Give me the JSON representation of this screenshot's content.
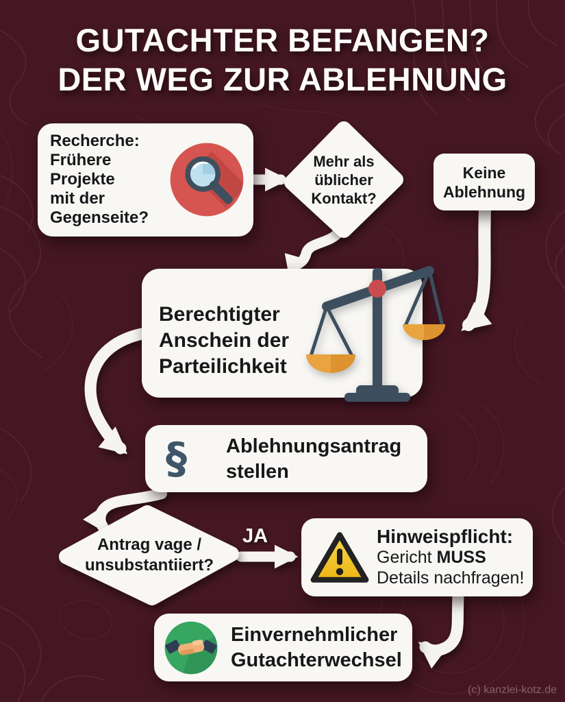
{
  "title": {
    "line1": "GUTACHTER BEFANGEN?",
    "line2": "DER WEG ZUR ABLEHNUNG"
  },
  "watermark": "(c) kanzlei-kotz.de",
  "labels": {
    "yes": "JA"
  },
  "colors": {
    "background": "#451723",
    "contour_line": "#7e4757",
    "card": "#f8f7f4",
    "text": "#17181a",
    "arrow_white": "#f6f4f1",
    "arrow_red": "#d0494b",
    "magnifier_red": "#d65550",
    "scales_slate": "#3d4f5e",
    "pan_orange": "#e9a43f",
    "pivot_red": "#c94c50",
    "section_slate": "#3e5668",
    "warning_yellow": "#edb414",
    "handshake_green": "#37a661"
  },
  "nodes": {
    "research": {
      "icon": "magnifier-icon",
      "lines": [
        "Recherche:",
        "Frühere",
        "Projekte",
        "mit der",
        "Gegenseite?"
      ]
    },
    "contact_decision": {
      "lines": [
        "Mehr als",
        "üblicher",
        "Kontakt?"
      ]
    },
    "no_rejection": {
      "lines": [
        "Keine",
        "Ablehnung"
      ]
    },
    "appearance": {
      "icon": "scales-icon",
      "lines": [
        "Berechtigter",
        "Anschein der",
        "Parteilichkeit"
      ]
    },
    "motion": {
      "symbol": "§",
      "lines": [
        "Ablehnungsantrag",
        "stellen"
      ]
    },
    "vague_decision": {
      "lines": [
        "Antrag vage /",
        "unsubstantiiert?"
      ]
    },
    "duty": {
      "icon": "warning-icon",
      "line1": "Hinweispflicht:",
      "line2_regular": "Gericht ",
      "line2_bold": "MUSS",
      "line3": "Details nachfragen!"
    },
    "change": {
      "icon": "handshake-icon",
      "lines": [
        "Einvernehmlicher",
        "Gutachterwechsel"
      ]
    }
  }
}
